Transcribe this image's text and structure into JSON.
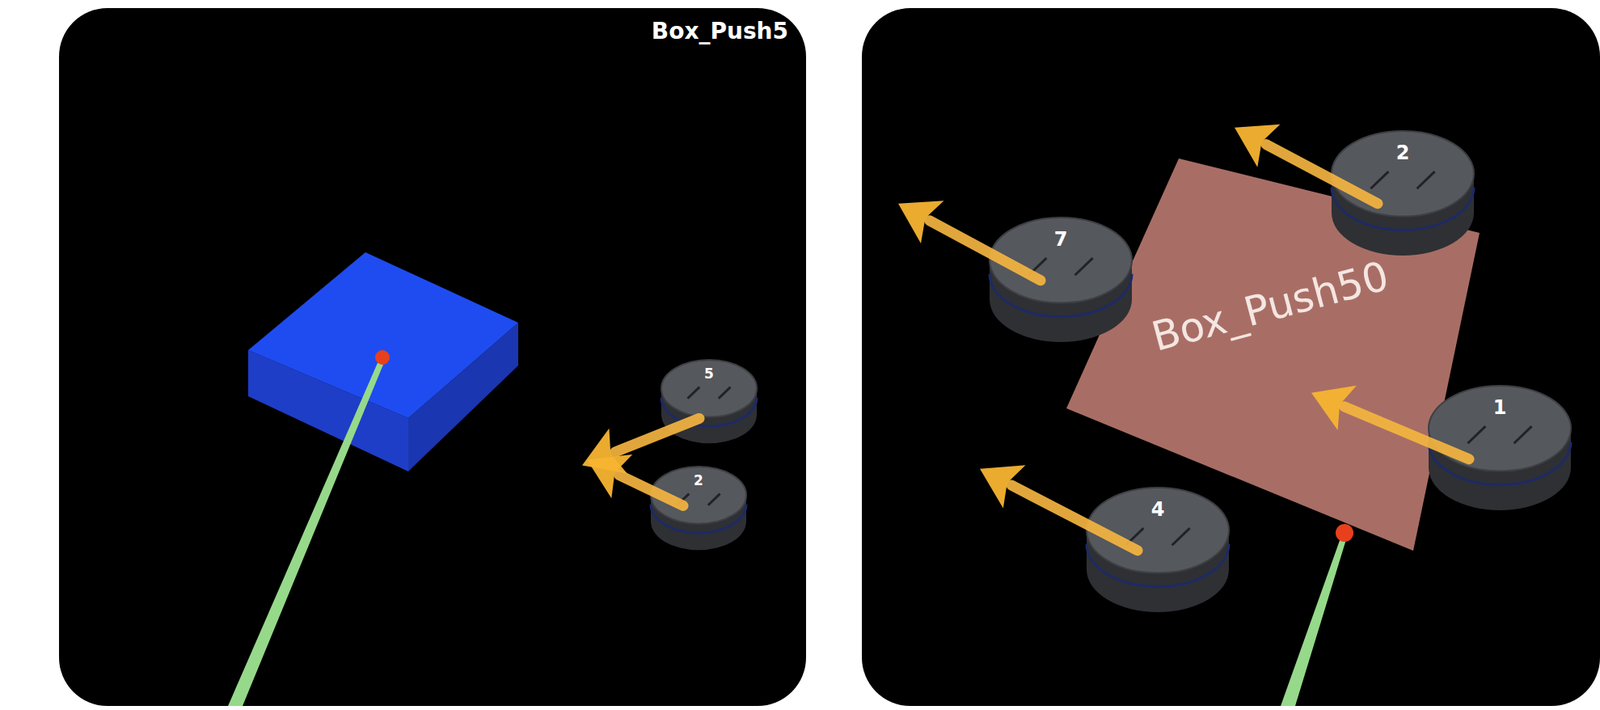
{
  "diagram": {
    "nodes": [
      {
        "text": [
          "5"
        ]
      },
      {
        "text": [
          "2"
        ]
      },
      {
        "text": [
          "Box_Push50"
        ]
      },
      {
        "text": [
          "2"
        ]
      },
      {
        "text": [
          "7"
        ]
      },
      {
        "text": [
          "1"
        ]
      },
      {
        "text": [
          "4"
        ]
      }
    ],
    "labels": [
      "Box_Push5"
    ]
  }
}
